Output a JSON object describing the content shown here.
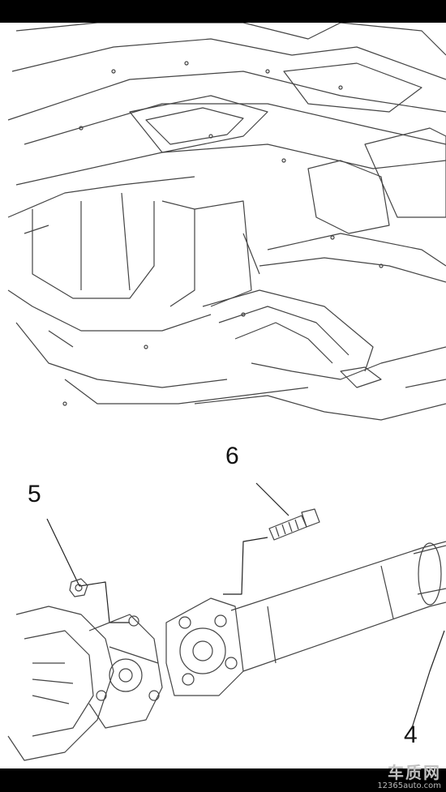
{
  "callouts": [
    {
      "id": "5",
      "label": "5"
    },
    {
      "id": "6",
      "label": "6"
    },
    {
      "id": "4",
      "label": "4"
    }
  ],
  "watermark": {
    "logo": "车质网",
    "url": "12365auto.com"
  },
  "colors": {
    "line": "#333333",
    "paper": "#ffffff",
    "frame": "#000000"
  }
}
